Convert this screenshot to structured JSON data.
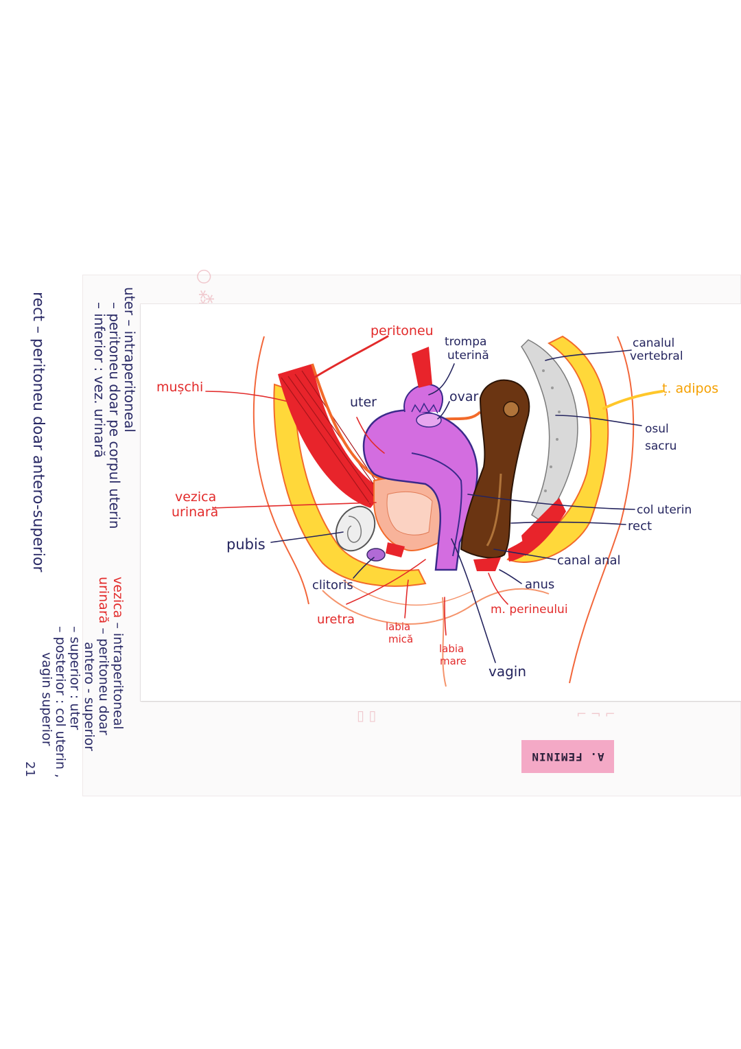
{
  "labels": {
    "peritoneu": "peritoneu",
    "trompa_uterina": [
      "trompa",
      "uterină"
    ],
    "canalul_vertebral": [
      "canalul",
      "vertebral"
    ],
    "muschi": "mușchi",
    "uter": "uter",
    "ovar": "ovar",
    "t_adipos": "ț. adipos",
    "osul_sacru": [
      "osul",
      "sacru"
    ],
    "vezica_urinara": [
      "vezica",
      "urinară"
    ],
    "col_uterin": "col uterin",
    "rect": "rect",
    "pubis": "pubis",
    "canal_anal": "canal anal",
    "clitoris": "clitoris",
    "anus": "anus",
    "uretra": "uretra",
    "m_perineului": "m. perineului",
    "labia_mica": [
      "labia",
      "mică"
    ],
    "labia_mare": [
      "labia",
      "mare"
    ],
    "vagin": "vagin"
  },
  "notes_left": {
    "uter_title": "uter – intraperitoneal",
    "uter_lines": [
      "– peritoneu doar pe corpul uterin",
      "– inferior : vez. urinară"
    ],
    "rect_line": "rect – peritoneu doar antero-superior"
  },
  "notes_right": {
    "title_word1": "vezica",
    "title_word2": "urinară",
    "title_rest": "– intraperitoneal",
    "lines": [
      "– peritoneu doar",
      "antero - superior",
      "– superior : uter",
      "– posterior : col uterin ,",
      "vagin superior"
    ],
    "page_number": "21"
  },
  "tag": {
    "text": "A. FEMININ",
    "color": "#f4a9c6"
  },
  "colors": {
    "muscle_red": "#e8242b",
    "fat_yellow": "#ffd83a",
    "peritoneum_orange": "#f26a2a",
    "uterus_violet": "#d36de0",
    "rectum_brown": "#6b3512",
    "ink_blue": "#24245e",
    "label_red": "#e22a2a"
  }
}
